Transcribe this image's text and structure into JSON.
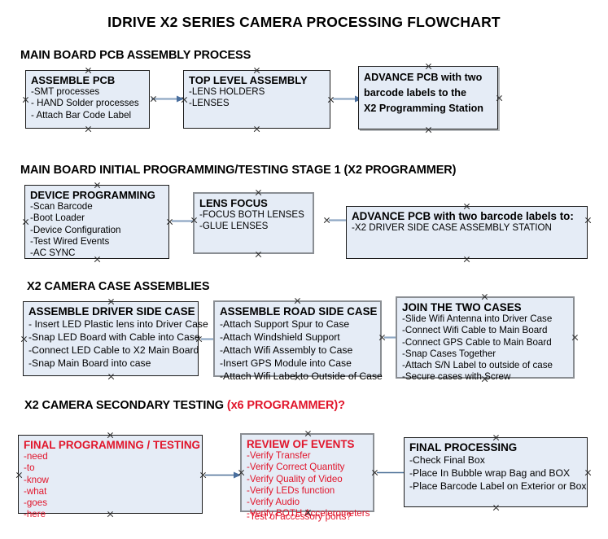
{
  "document": {
    "title": "IDRIVE X2  SERIES CAMERA PROCESSING FLOWCHART"
  },
  "sections": [
    {
      "id": "main-board-pcb-assembly",
      "header": "MAIN BOARD PCB ASSEMBLY PROCESS",
      "header_note": "",
      "nodes": [
        {
          "id": "assemble-pcb",
          "title": "ASSEMBLE PCB",
          "lines": [
            "-SMT processes",
            "- HAND Solder processes",
            "- Attach Bar Code Label"
          ]
        },
        {
          "id": "top-level-assembly",
          "title": "TOP LEVEL ASSEMBLY",
          "lines": [
            "-LENS HOLDERS",
            "-LENSES"
          ]
        },
        {
          "id": "advance-pcb-to-x2-programming-station",
          "title": "ADVANCE PCB with two",
          "lines": [
            "barcode labels to the",
            " X2 Programming Station"
          ]
        }
      ]
    },
    {
      "id": "main-board-initial-programming",
      "header": "MAIN BOARD INITIAL PROGRAMMING/TESTING STAGE 1 (X2 PROGRAMMER)",
      "header_note": "",
      "nodes": [
        {
          "id": "device-programming",
          "title": "DEVICE PROGRAMMING",
          "lines": [
            "-Scan Barcode",
            "-Boot Loader",
            "-Device Configuration",
            "-Test Wired Events",
            "-AC SYNC"
          ]
        },
        {
          "id": "lens-focus",
          "title": "LENS FOCUS",
          "lines": [
            "-FOCUS BOTH LENSES",
            "-GLUE LENSES"
          ]
        },
        {
          "id": "advance-pcb-to-driver-side-case-station",
          "title": "ADVANCE PCB with two barcode labels to:",
          "lines": [
            "-X2 DRIVER  SIDE  CASE  ASSEMBLY STATION"
          ]
        }
      ]
    },
    {
      "id": "x2-camera-case-assemblies",
      "header": "X2 CAMERA CASE ASSEMBLIES",
      "header_note": "",
      "nodes": [
        {
          "id": "assemble-driver-side-case",
          "title": "ASSEMBLE DRIVER SIDE CASE",
          "lines": [
            "- Insert LED Plastic lens into Driver Case",
            "-Snap LED Board with Cable into Case",
            "-Connect LED Cable to X2 Main Board",
            "-Snap Main Board into case"
          ]
        },
        {
          "id": "assemble-road-side-case",
          "title": "ASSEMBLE ROAD SIDE CASE",
          "lines": [
            "-Attach Support Spur to Case",
            "-Attach Windshield Support",
            "-Attach Wifi Assembly to Case",
            "-Insert GPS Module into Case",
            "-Attach Wifi Label to Outside of Case"
          ]
        },
        {
          "id": "join-the-two-cases",
          "title": "JOIN THE TWO CASES",
          "lines": [
            "-Slide Wifi Antenna into Driver Case",
            "-Connect Wifi Cable to Main Board",
            "-Connect GPS Cable to Main Board",
            "-Snap Cases Together",
            "-Attach S/N Label to outside of case",
            "-Secure cases with Screw"
          ]
        }
      ]
    },
    {
      "id": "x2-camera-secondary-testing",
      "header": "X2 CAMERA SECONDARY TESTING ",
      "header_note": "(x6 PROGRAMMER)?",
      "nodes": [
        {
          "id": "final-programming-testing",
          "title": "FINAL PROGRAMMING / TESTING",
          "lines": [
            "-need",
            "-to",
            "-know",
            "-what",
            "-goes",
            "-here"
          ]
        },
        {
          "id": "review-of-events",
          "title": "REVIEW OF EVENTS",
          "lines": [
            "-Verify Transfer",
            "-Verify Correct Quantity",
            "-Verify Quality of Video",
            "-Verify LEDs function",
            "-Verify Audio",
            "-Verify BOTH Accelerometers"
          ],
          "overflow_line": "-Test of accessory ports?"
        },
        {
          "id": "final-processing",
          "title": "FINAL PROCESSING",
          "lines": [
            " -Check Final Box",
            "-Place In Bubble wrap Bag and BOX",
            "-Place Barcode Label on Exterior or Box"
          ]
        }
      ]
    }
  ],
  "colors": {
    "box_fill": "#e5ecf6",
    "box_border": "#1c1c1c",
    "box_border_gray": "#8a8e93",
    "connector": "#8fa8c4",
    "accent_red": "#e1152b",
    "text": "#000000",
    "background": "#ffffff"
  }
}
